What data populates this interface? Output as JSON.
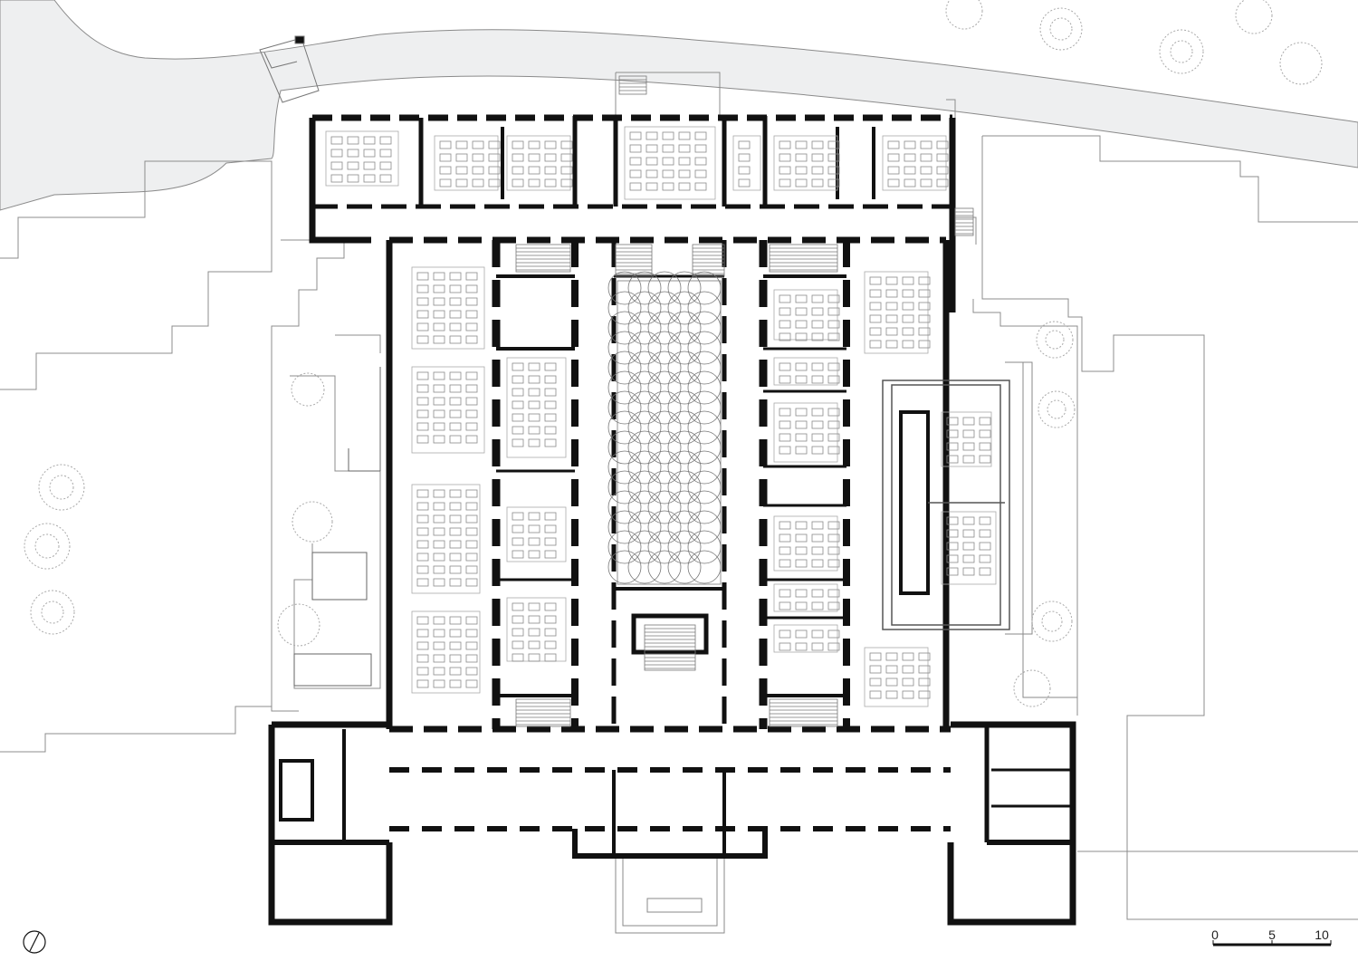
{
  "drawing": {
    "scale_bar": {
      "labels": [
        "0",
        "5",
        "10"
      ]
    },
    "north_arrow": {
      "icon": "north-arrow-icon"
    },
    "colors": {
      "street": "#eeeff0",
      "wall": "#111111",
      "line": "#777777",
      "light_line": "#9a9a9a",
      "tree": "#a9a9a9"
    }
  }
}
